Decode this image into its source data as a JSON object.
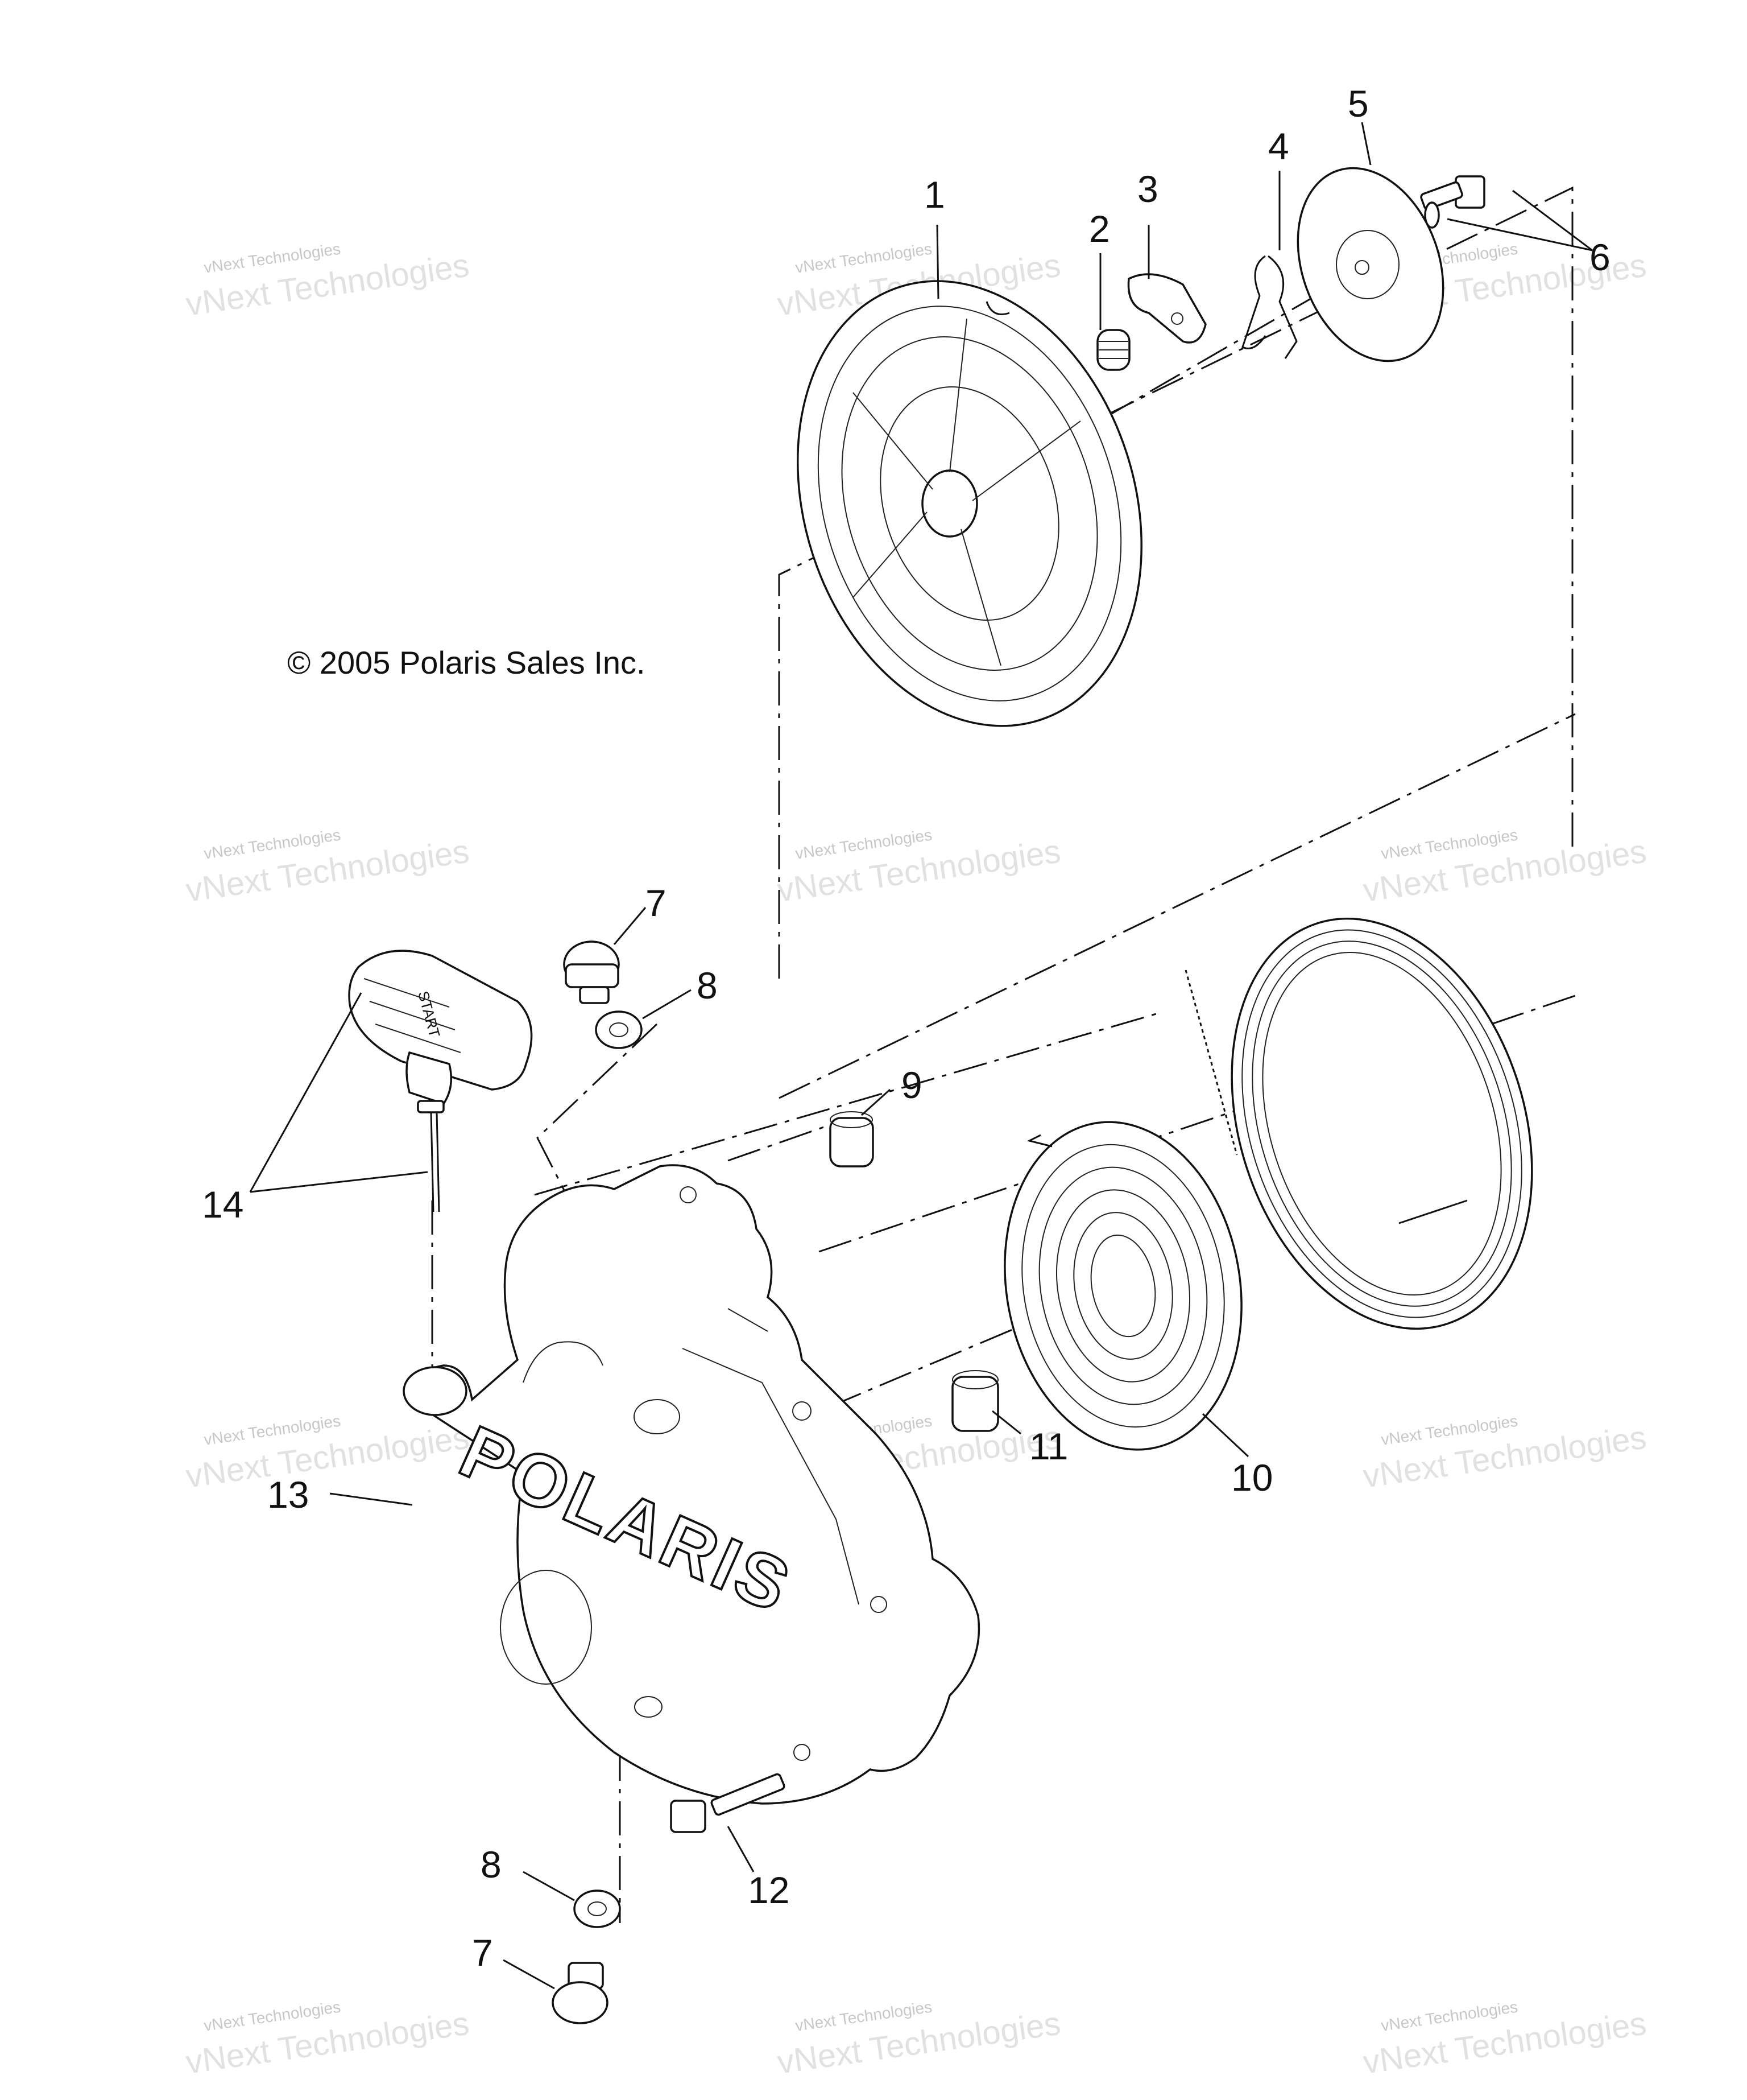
{
  "diagram": {
    "copyright": "© 2005 Polaris Sales Inc.",
    "logo_text": "POLARIS",
    "handle_text": "START",
    "watermark": {
      "line1": "vNext Technologies",
      "line2": "vNext Technologies"
    },
    "callouts": [
      "1",
      "2",
      "3",
      "4",
      "5",
      "6",
      "7",
      "8",
      "9",
      "10",
      "11",
      "12",
      "13",
      "14",
      "8",
      "7"
    ]
  }
}
